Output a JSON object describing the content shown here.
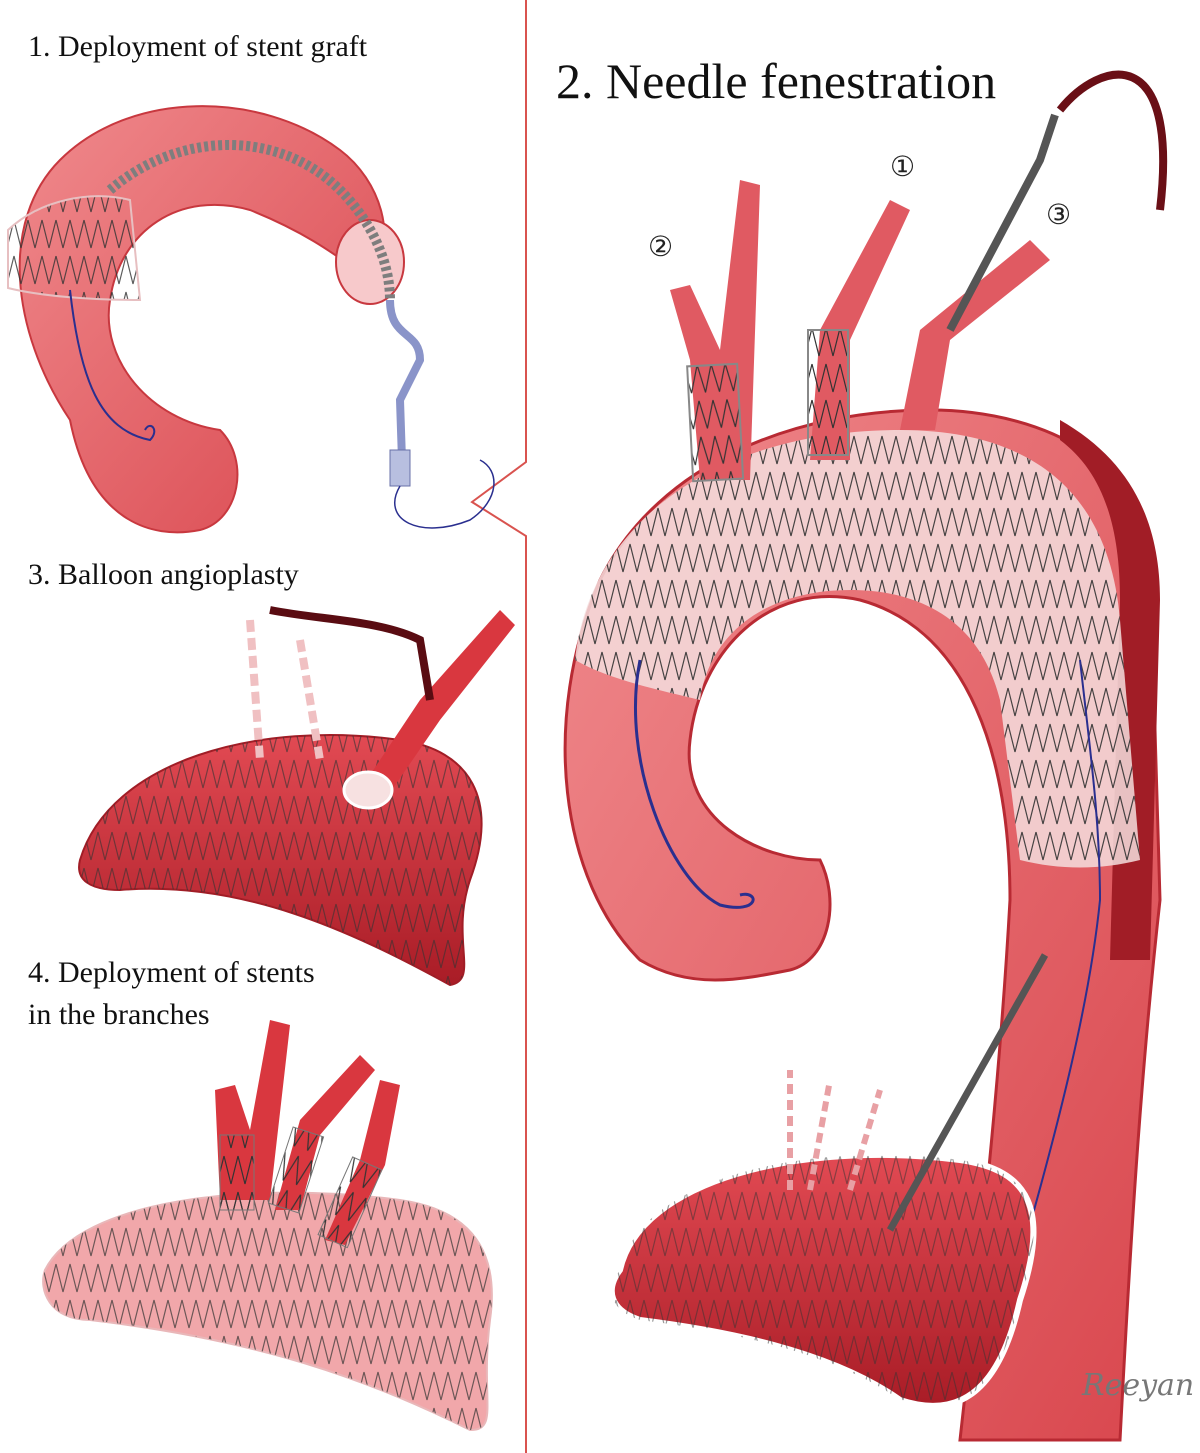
{
  "titles": {
    "panel1": "1. Deployment of stent graft",
    "panel2": "2. Needle fenestration",
    "panel3": "3. Balloon angioplasty",
    "panel4_line1": "4. Deployment of stents",
    "panel4_line2": "in the branches"
  },
  "branch_markers": {
    "first": "①",
    "second": "②",
    "third": "③"
  },
  "signature": "Reeyan",
  "colors": {
    "vessel": "#ea6b6f",
    "vessel_dark": "#c22a33",
    "vessel_deep": "#a11d26",
    "stent": "#f3dcdc",
    "wire": "#2a2f8f",
    "divider": "#d9534f"
  }
}
